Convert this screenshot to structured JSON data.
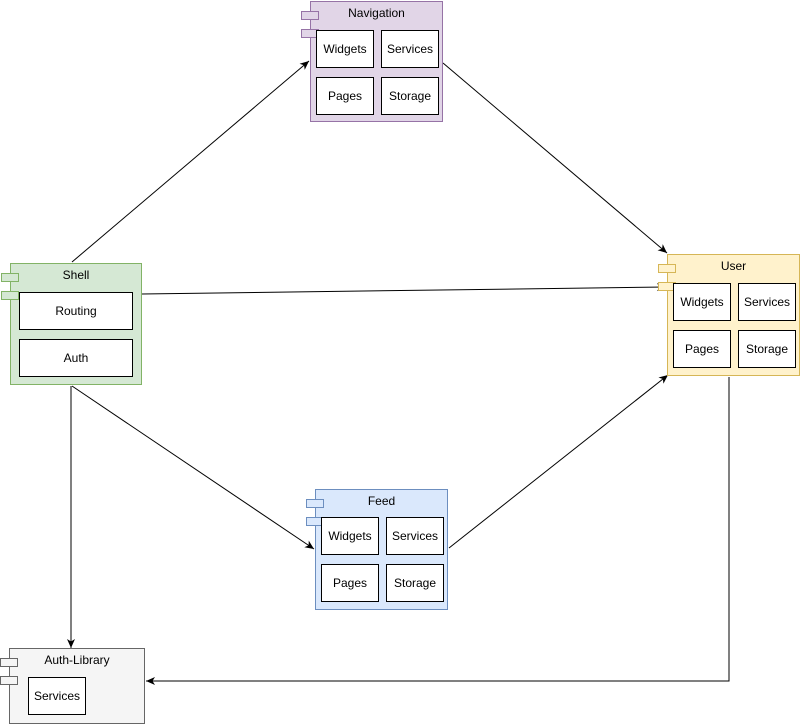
{
  "diagram": {
    "nodes": {
      "navigation": {
        "title": "Navigation",
        "color": "#e1d5e7",
        "modules": [
          "Widgets",
          "Services",
          "Pages",
          "Storage"
        ]
      },
      "shell": {
        "title": "Shell",
        "color": "#d5e8d4",
        "modules": [
          "Routing",
          "Auth"
        ]
      },
      "user": {
        "title": "User",
        "color": "#fff2cc",
        "modules": [
          "Widgets",
          "Services",
          "Pages",
          "Storage"
        ]
      },
      "feed": {
        "title": "Feed",
        "color": "#dae8fc",
        "modules": [
          "Widgets",
          "Services",
          "Pages",
          "Storage"
        ]
      },
      "auth_library": {
        "title": "Auth-Library",
        "color": "#f5f5f5",
        "modules": [
          "Services"
        ]
      }
    },
    "edges": [
      {
        "from": "Shell",
        "to": "Navigation"
      },
      {
        "from": "Shell",
        "to": "User"
      },
      {
        "from": "Shell",
        "to": "Feed"
      },
      {
        "from": "Shell",
        "to": "Auth-Library"
      },
      {
        "from": "Navigation",
        "to": "User"
      },
      {
        "from": "Feed",
        "to": "User"
      },
      {
        "from": "User",
        "to": "Auth-Library"
      }
    ]
  }
}
